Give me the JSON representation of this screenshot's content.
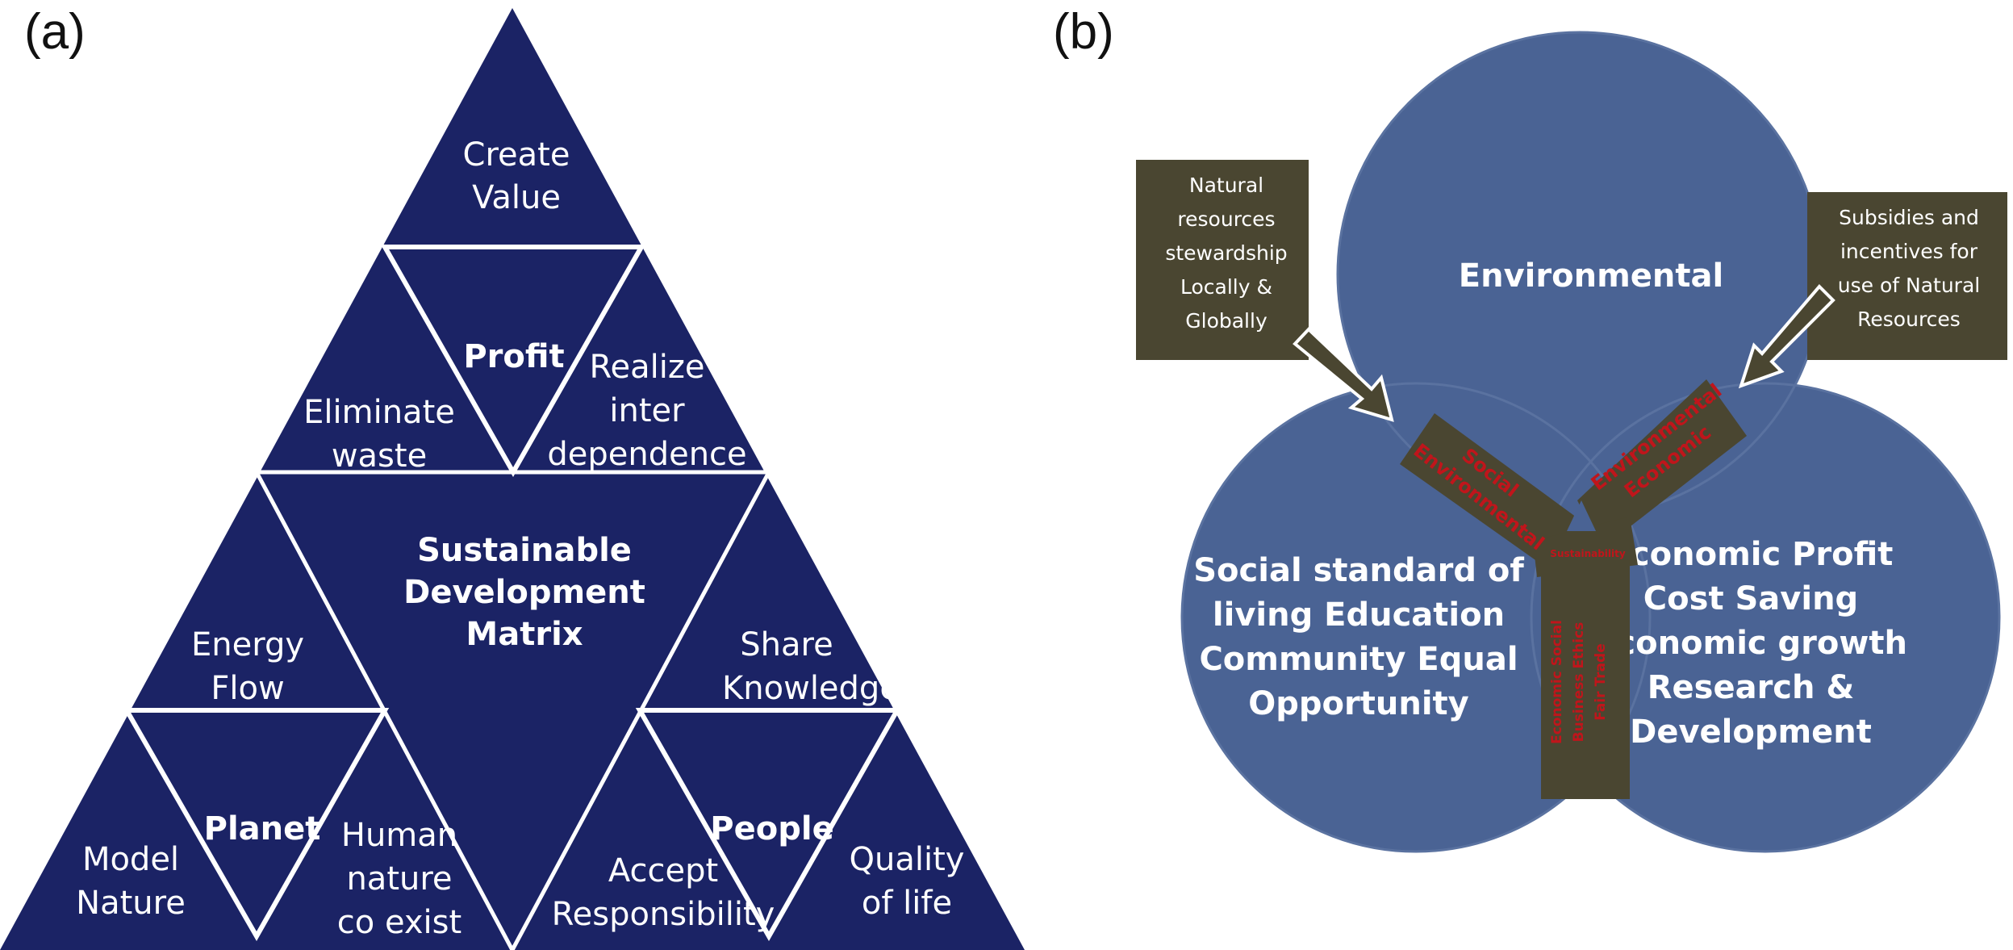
{
  "panels": {
    "a_label": "(a)",
    "b_label": "(b)"
  },
  "colors": {
    "triangle_fill": "#1b2365",
    "circle_fill": "#4a6394",
    "box_fill": "#4a4631",
    "band_text": "#c0151b"
  },
  "triangle": {
    "top": {
      "line1": "Create",
      "line2": "Value"
    },
    "profit": "Profit",
    "eliminate": {
      "line1": "Eliminate",
      "line2": "waste"
    },
    "realize": {
      "line1": "Realize",
      "line2": "inter",
      "line3": "dependence"
    },
    "center": {
      "line1": "Sustainable",
      "line2": "Development",
      "line3": "Matrix"
    },
    "energy": {
      "line1": "Energy",
      "line2": "Flow"
    },
    "share": {
      "line1": "Share",
      "line2": "Knowledge"
    },
    "planet": "Planet",
    "model": {
      "line1": "Model",
      "line2": "Nature"
    },
    "human": {
      "line1": "Human",
      "line2": "nature",
      "line3": "co exist"
    },
    "people": "People",
    "accept": {
      "line1": "Accept",
      "line2": "Responsibility"
    },
    "quality": {
      "line1": "Quality",
      "line2": "of life"
    }
  },
  "venn": {
    "environmental": "Environmental",
    "social": {
      "line1": "Social standard of",
      "line2": "living Education",
      "line3": "Community Equal",
      "line4": "Opportunity"
    },
    "economic": {
      "line1": "Economic Profit",
      "line2": "Cost Saving",
      "line3": "Economic growth",
      "line4": "Research &",
      "line5": "Development"
    },
    "box_left": {
      "line1": "Natural",
      "line2": "resources",
      "line3": "stewardship",
      "line4": "Locally &",
      "line5": "Globally"
    },
    "box_right": {
      "line1": "Subsidies and",
      "line2": "incentives for",
      "line3": "use of Natural",
      "line4": "Resources"
    },
    "band_left": {
      "line1": "Social",
      "line2": "Environmental"
    },
    "band_right": {
      "line1": "Environmental",
      "line2": "Economic"
    },
    "band_center": "Sustainability",
    "band_bottom": {
      "line1": "Economic Social",
      "line2": "Business Ethics",
      "line3": "Fair Trade"
    }
  }
}
